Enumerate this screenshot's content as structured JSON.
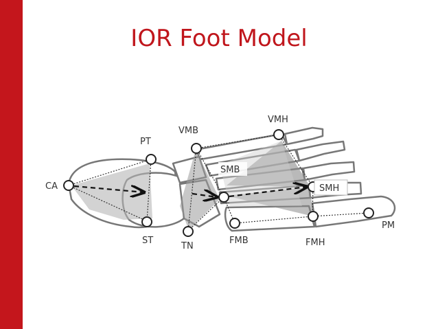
{
  "title": "IOR Foot Model",
  "colors": {
    "accent_bar": "#c4161c",
    "title": "#c0161c"
  },
  "markers": {
    "CA": "CA",
    "PT": "PT",
    "ST": "ST",
    "VMB": "VMB",
    "TN": "TN",
    "SMB": "SMB",
    "VMH": "VMH",
    "SMH": "SMH",
    "FMB": "FMB",
    "FMH": "FMH",
    "PM": "PM"
  }
}
